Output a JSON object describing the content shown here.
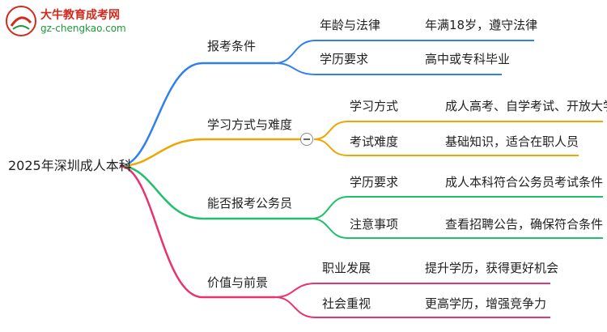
{
  "logo": {
    "title": "大牛教育成考网",
    "url": "gz-chengkao.com",
    "mark": "大牛"
  },
  "root": "2025年深圳成人本科",
  "branches": [
    {
      "label": "报考条件",
      "color": "#2f80ed",
      "children": [
        {
          "label": "年龄与法律",
          "detail": "年满18岁，遵守法律"
        },
        {
          "label": "学历要求",
          "detail": "高中或专科毕业"
        }
      ]
    },
    {
      "label": "学习方式与难度",
      "color": "#f0a500",
      "children": [
        {
          "label": "学习方式",
          "detail": "成人高考、自学考试、开放大学"
        },
        {
          "label": "考试难度",
          "detail": "基础知识，适合在职人员"
        }
      ]
    },
    {
      "label": "能否报考公务员",
      "color": "#1fbf6b",
      "children": [
        {
          "label": "学历要求",
          "detail": "成人本科符合公务员考试条件"
        },
        {
          "label": "注意事项",
          "detail": "查看招聘公告，确保符合条件"
        }
      ]
    },
    {
      "label": "价值与前景",
      "color": "#e8336d",
      "children": [
        {
          "label": "职业发展",
          "detail": "提升学历，获得更好机会"
        },
        {
          "label": "社会重视",
          "detail": "更高学历，增强竞争力"
        }
      ]
    }
  ]
}
